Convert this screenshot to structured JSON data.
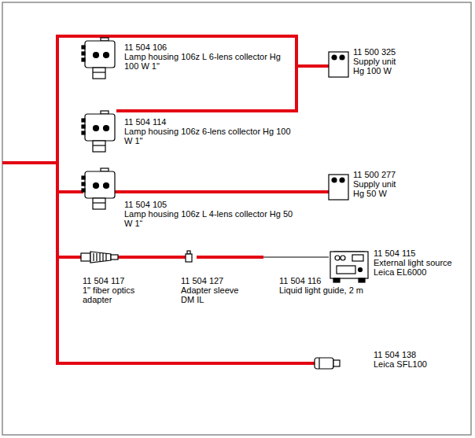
{
  "diagram": {
    "nodes": [
      {
        "text": [
          "11 504 106",
          "Lamp housing 106z L 6-lens collector Hg 100 W 1\""
        ]
      },
      {
        "text": [
          "11 500 325",
          "Supply unit Hg 100 W"
        ]
      },
      {
        "text": [
          "11 504 114",
          "Lamp housing 106z 6-lens collector Hg 100 W 1\""
        ]
      },
      {
        "text": [
          "11 504 105",
          "Lamp housing 106z L 4-lens collector Hg 50 W 1“"
        ]
      },
      {
        "text": [
          "11 500 277",
          "Supply unit Hg 50 W"
        ]
      },
      {
        "text": [
          "11 504 117",
          "1\" fiber optics adapter"
        ]
      },
      {
        "text": [
          "11 504 127",
          "Adapter sleeve DM IL"
        ]
      },
      {
        "text": [
          "11 504 115",
          "External light source Leica EL6000"
        ]
      },
      {
        "text": [
          "11 504 138",
          "Leica SFL100"
        ]
      }
    ],
    "edges": [
      {
        "from": 0,
        "to": 1,
        "arrow": "none"
      },
      {
        "from": 2,
        "to": 1,
        "arrow": "none"
      },
      {
        "from": 3,
        "to": 4,
        "arrow": "none"
      },
      {
        "from": 5,
        "to": 6,
        "arrow": "none"
      },
      {
        "from": 6,
        "to": 7,
        "arrow": "none"
      }
    ],
    "labels": [
      "11 504 116",
      "Liquid light guide, 2 m"
    ]
  }
}
